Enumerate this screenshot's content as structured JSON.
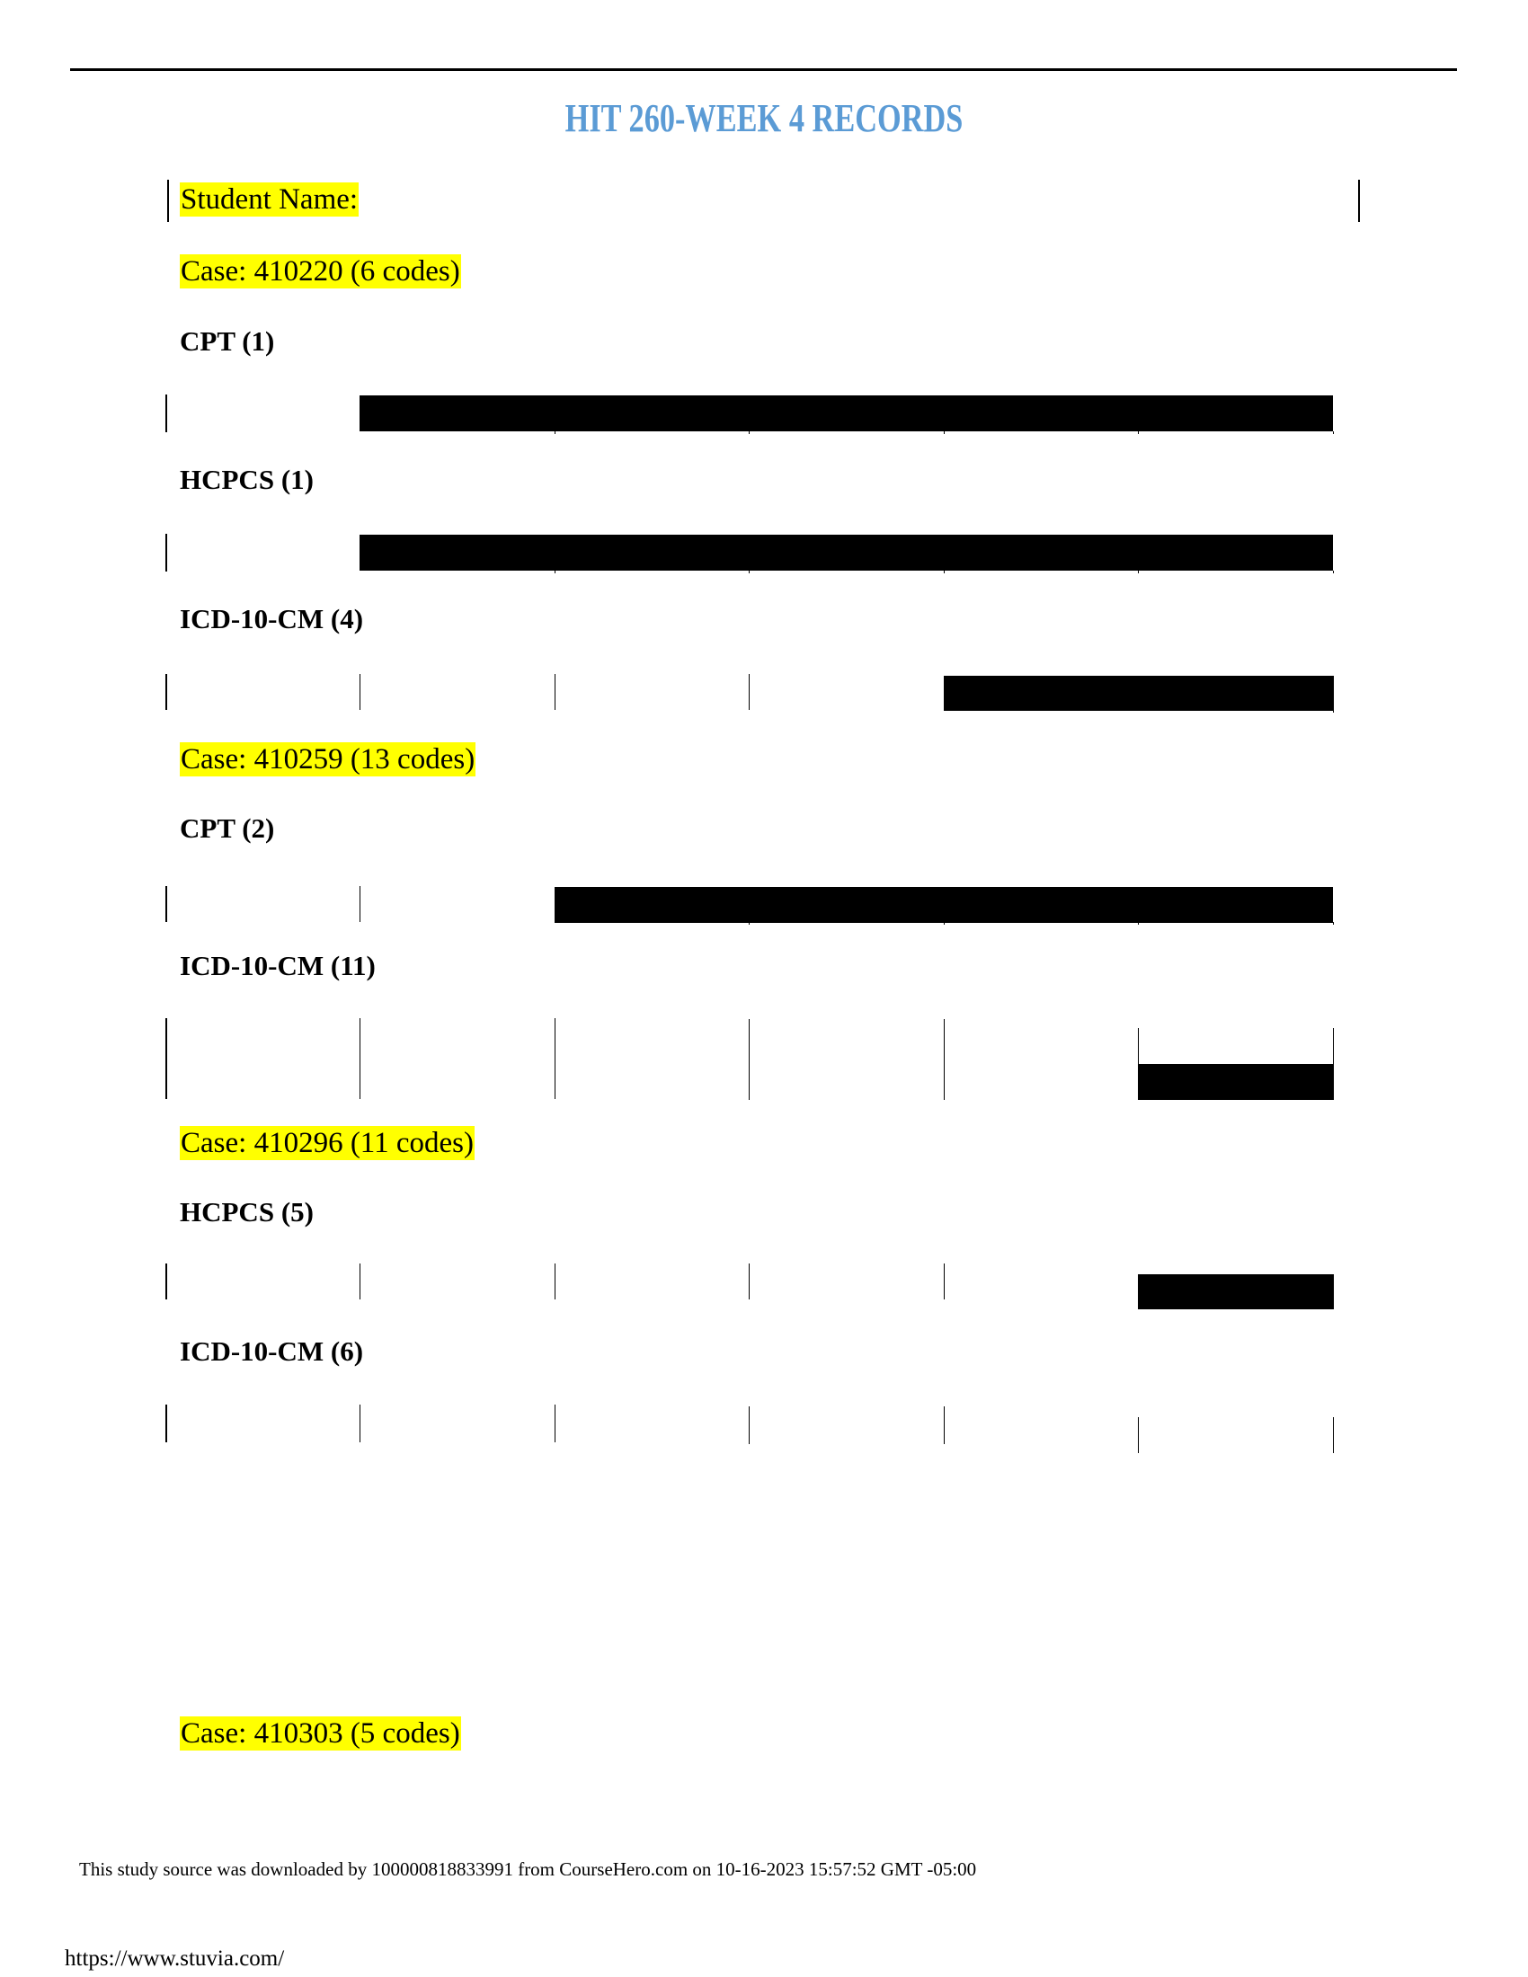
{
  "header": {
    "title": "HIT 260-WEEK 4 RECORDS",
    "title_color": "#5b9bd5"
  },
  "student_name_label": "Student Name:",
  "highlight_color": "#ffff00",
  "cases": [
    {
      "heading": "Case: 410220 (6 codes)",
      "sections": [
        {
          "label": "CPT  (1)"
        },
        {
          "label": "HCPCS (1)"
        },
        {
          "label": "ICD-10-CM (4)"
        }
      ]
    },
    {
      "heading": "Case: 410259 (13 codes)",
      "sections": [
        {
          "label": "CPT  (2)"
        },
        {
          "label": "ICD-10-CM (11)"
        }
      ]
    },
    {
      "heading": "Case: 410296 (11 codes)",
      "sections": [
        {
          "label": "HCPCS (5)"
        },
        {
          "label": "ICD-10-CM (6)"
        }
      ]
    },
    {
      "heading": "Case: 410303 (5 codes)",
      "sections": []
    }
  ],
  "footer": {
    "source_note": "This study source was downloaded by 100000818833991 from CourseHero.com on 10-16-2023 15:57:52 GMT -05:00",
    "url": "https://www.stuvia.com/"
  }
}
